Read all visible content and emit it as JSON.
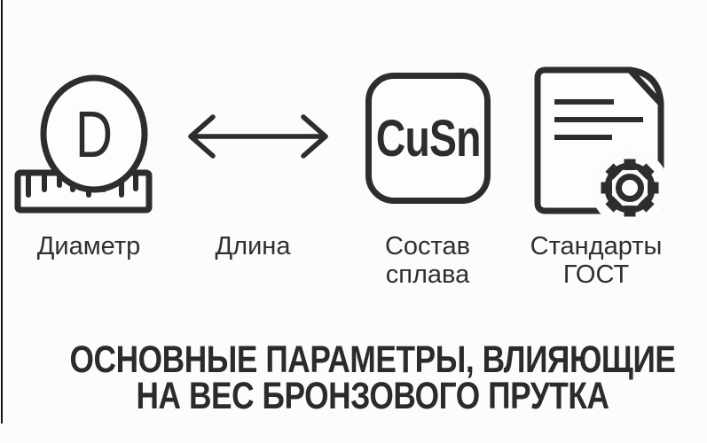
{
  "page": {
    "background_color": "#fcfcfc",
    "ink_color": "#2d2d2d",
    "left_edge_artifact_color": "#161616"
  },
  "items": [
    {
      "id": "diameter",
      "label": "Диаметр",
      "icon": "diameter-ruler-icon",
      "icon_text": "D"
    },
    {
      "id": "length",
      "label": "Длина",
      "icon": "double-arrow-icon"
    },
    {
      "id": "alloy",
      "label": "Состав сплава",
      "label_lines": [
        "Состав",
        "сплава"
      ],
      "icon": "alloy-badge-icon",
      "icon_text": "CuSn"
    },
    {
      "id": "standards",
      "label": "Стандарты ГОСТ",
      "label_lines": [
        "Стандарты",
        "ГОСТ"
      ],
      "icon": "gost-document-gear-icon"
    }
  ],
  "title": {
    "line1": "ОСНОВНЫЕ ПАРАМЕТРЫ, ВЛИЯЮЩИЕ",
    "line2": "НА ВЕС БРОНЗОВОГО ПРУТКА"
  }
}
